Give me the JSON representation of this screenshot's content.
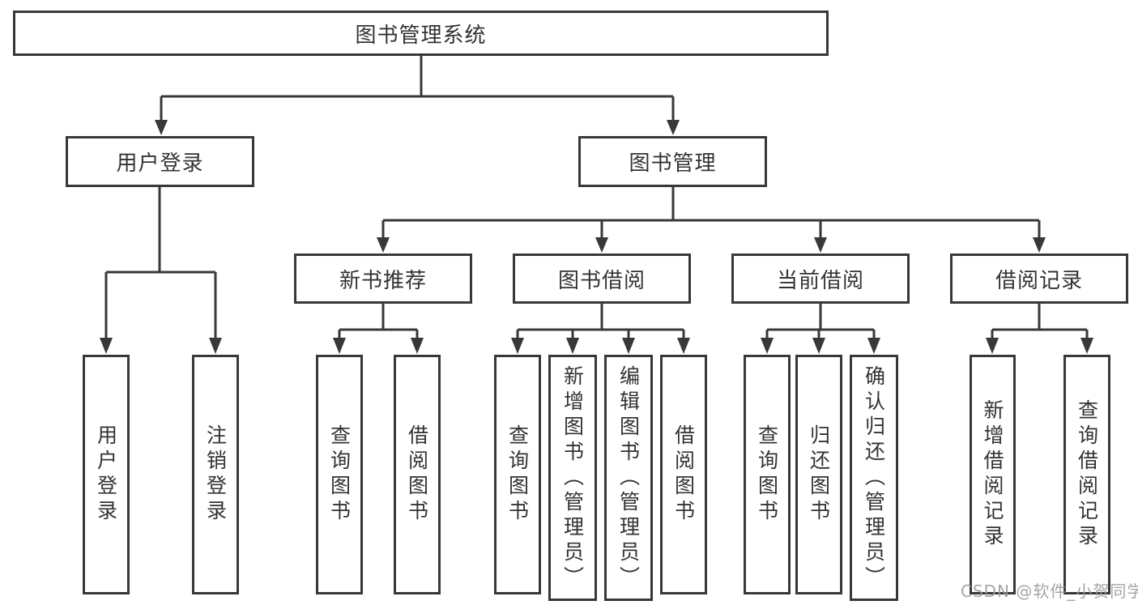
{
  "diagram": {
    "type": "hierarchy-tree",
    "root": "图书管理系统",
    "level2": [
      "用户登录",
      "图书管理"
    ],
    "level3": [
      "新书推荐",
      "图书借阅",
      "当前借阅",
      "借阅记录"
    ],
    "leaves": {
      "user_login": [
        "用户登录",
        "注销登录"
      ],
      "new_book": [
        "查询图书",
        "借阅图书"
      ],
      "book_borrow": [
        "查询图书",
        "新增图书（管理员）",
        "编辑图书（管理员）",
        "借阅图书"
      ],
      "current_borrow": [
        "查询图书",
        "归还图书",
        "确认归还（管理员）"
      ],
      "borrow_record": [
        "新增借阅记录",
        "查询借阅记录"
      ]
    }
  },
  "watermark": "CSDN @软件_小贺同学",
  "colors": {
    "line": "#383838",
    "box_border": "#383838",
    "text": "#333333",
    "background": "#ffffff",
    "watermark": "#9b9b9b"
  }
}
